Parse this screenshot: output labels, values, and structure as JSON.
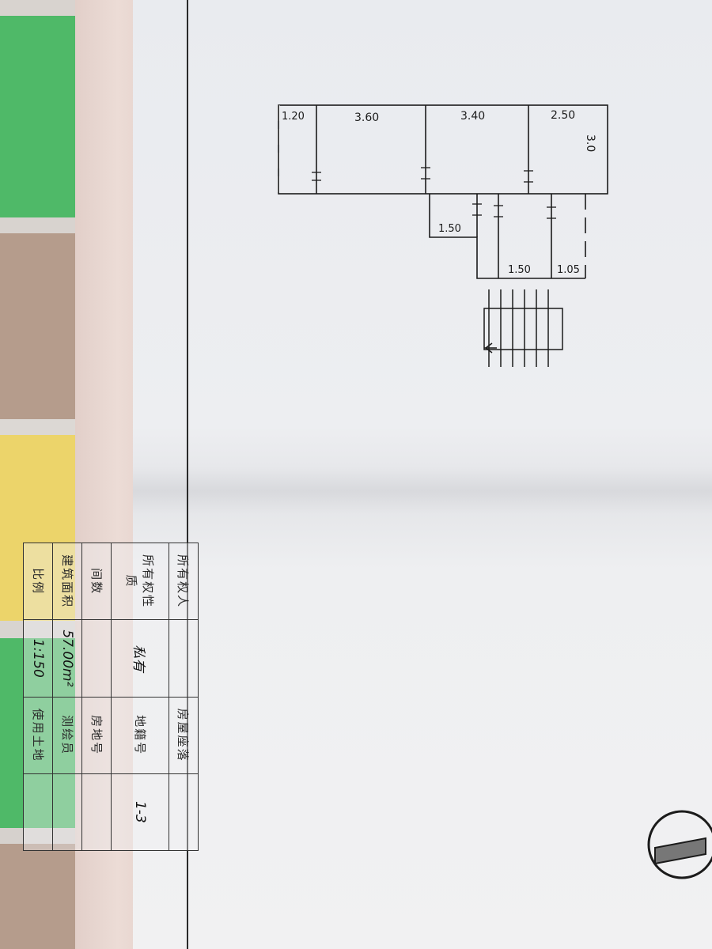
{
  "floor_plan": {
    "top_dims": [
      "1.20",
      "3.60",
      "3.40",
      "2.50"
    ],
    "height_dim": "3.0",
    "lower_dims": [
      "1.50",
      "1.50",
      "1.05"
    ]
  },
  "info_table": {
    "rows": [
      {
        "label": "所有权人",
        "value": "",
        "label2": "房屋座落",
        "value2": ""
      },
      {
        "label": "所有权性质",
        "value": "私有",
        "label2": "地籍号",
        "value2": "1-3"
      },
      {
        "label": "间数",
        "value": "",
        "label2": "房地号",
        "value2": ""
      },
      {
        "label": "建筑面积",
        "value": "57.00m²",
        "label2": "测绘员",
        "value2": ""
      },
      {
        "label": "比例",
        "value": "1:150",
        "label2": "使用土地",
        "value2": ""
      }
    ]
  },
  "colors": {
    "paper": "#eeeff1",
    "ink": "#1b1b1b",
    "cloth_green": "#4fb968",
    "cloth_brown": "#b59c8c",
    "cloth_yellow": "#ecd46a",
    "booklet_pink": "#e6d3cd"
  },
  "icons": [
    "north-arrow-icon",
    "staircase-icon"
  ]
}
